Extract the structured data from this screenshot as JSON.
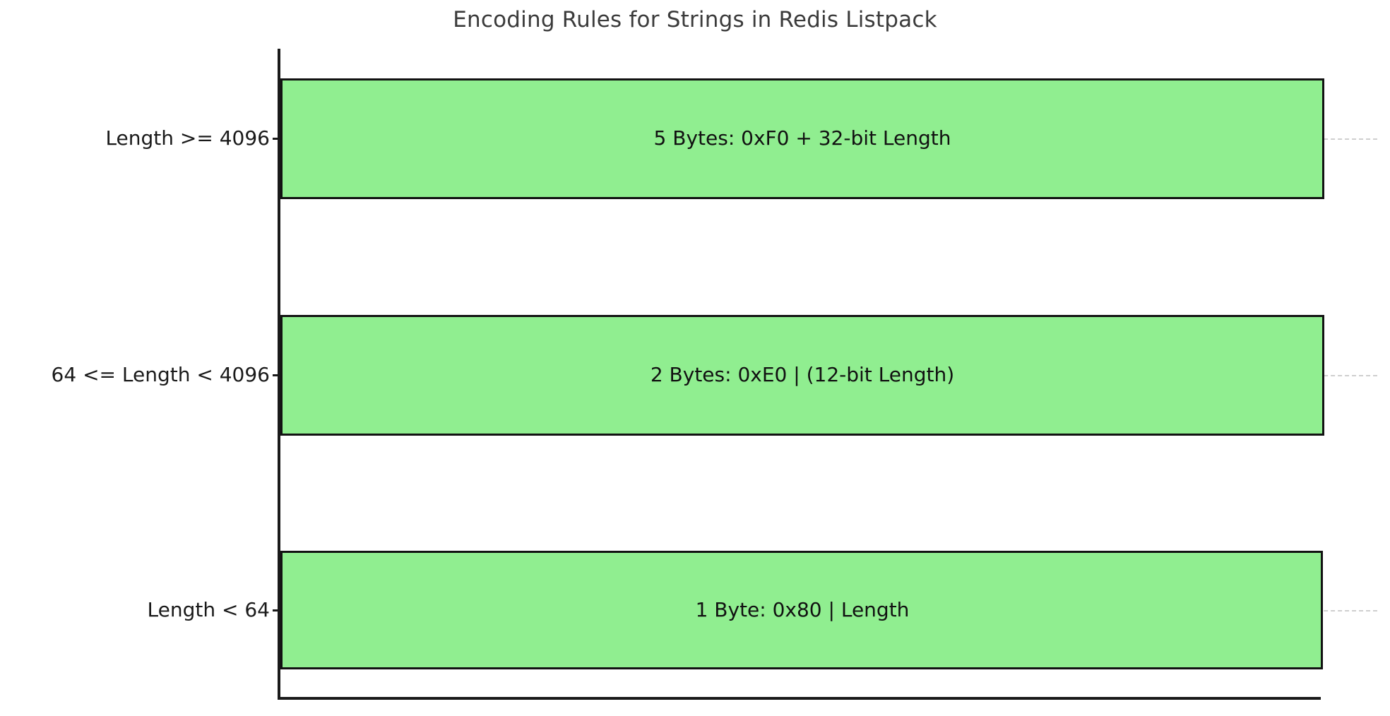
{
  "chart_data": {
    "type": "bar",
    "orientation": "horizontal",
    "title": "Encoding Rules for Strings in Redis Listpack",
    "xlabel": "",
    "ylabel": "",
    "categories": [
      "Length < 64",
      "64 <= Length < 4096",
      "Length >= 4096"
    ],
    "values": [
      1,
      1,
      1
    ],
    "bar_labels": [
      "1 Byte: 0x80 | Length",
      "2 Bytes: 0xE0 | (12-bit Length)",
      "5 Bytes: 0xF0 + 32-bit Length"
    ],
    "xlim": [
      0,
      1
    ],
    "grid": true,
    "grid_axis": "y",
    "grid_style": "dashed",
    "legend": "none",
    "colors": {
      "bar_fill": "#90ee90",
      "bar_edge": "#121212",
      "grid": "#cfcfcf",
      "axis": "#1a1a1a",
      "title_text": "#3b3b3b",
      "label_text": "#111111",
      "background": "#ffffff"
    }
  },
  "axis": {
    "y_tick_labels": [
      "Length >= 4096",
      "64 <= Length < 4096",
      "Length < 64"
    ]
  },
  "bars": [
    {
      "label": "5 Bytes: 0xF0 + 32-bit Length"
    },
    {
      "label": "2 Bytes: 0xE0 | (12-bit Length)"
    },
    {
      "label": "1 Byte: 0x80 | Length"
    }
  ]
}
